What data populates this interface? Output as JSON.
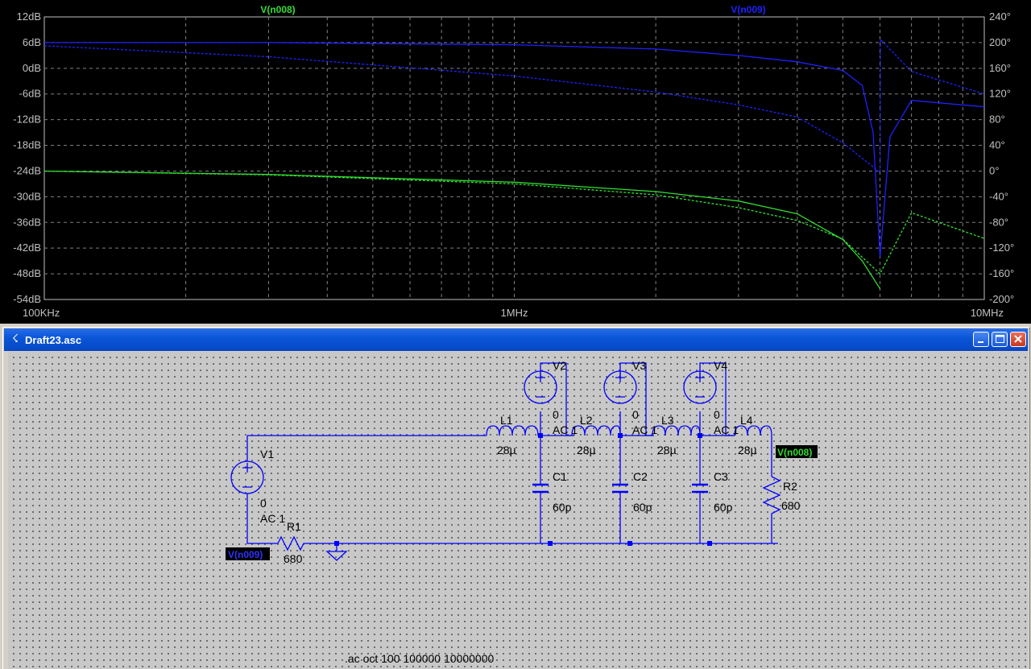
{
  "plot": {
    "left_axis_ticks": [
      "12dB",
      "6dB",
      "0dB",
      "-6dB",
      "-12dB",
      "-18dB",
      "-24dB",
      "-30dB",
      "-36dB",
      "-42dB",
      "-48dB",
      "-54dB"
    ],
    "right_axis_ticks": [
      "240°",
      "200°",
      "160°",
      "120°",
      "80°",
      "40°",
      "0°",
      "-40°",
      "-80°",
      "-120°",
      "-160°",
      "-200°"
    ],
    "x_axis_ticks": [
      "100KHz",
      "1MHz",
      "10MHz"
    ],
    "trace_labels": [
      "V(n008)",
      "V(n009)"
    ],
    "colors": {
      "background": "#000000",
      "grid": "#808080",
      "trace_n008": "#33dd33",
      "trace_n009": "#2020ff"
    }
  },
  "chart_data": {
    "type": "line",
    "x_scale": "log",
    "xlim_hz": [
      100000,
      10000000
    ],
    "ylim_db": [
      -54,
      12
    ],
    "ylim_deg": [
      -200,
      240
    ],
    "grid": true,
    "series": [
      {
        "name": "V(n008)",
        "quantity": "magnitude_db",
        "x": [
          100000,
          300000,
          1000000,
          2000000,
          3000000,
          4000000,
          5000000,
          5500000,
          6000000
        ],
        "y": [
          -24,
          -24.8,
          -26.6,
          -28.8,
          -31,
          -34,
          -40,
          -45,
          -51.5
        ]
      },
      {
        "name": "V(n008)",
        "quantity": "phase_deg",
        "x": [
          100000,
          300000,
          1000000,
          2000000,
          3000000,
          4000000,
          5000000,
          6000000,
          7000000,
          10000000
        ],
        "y": [
          0,
          -6,
          -20,
          -37,
          -57,
          -77,
          -106,
          -160,
          -65,
          -105
        ]
      },
      {
        "name": "V(n009)",
        "quantity": "magnitude_db",
        "x": [
          100000,
          300000,
          1000000,
          2000000,
          3000000,
          4000000,
          5000000,
          5500000,
          5800000,
          6000000,
          6300000,
          7000000,
          10000000
        ],
        "y": [
          6,
          6,
          5.5,
          4.5,
          3,
          1.5,
          -0.5,
          -4,
          -15,
          -44,
          -16,
          -7.5,
          -9
        ]
      },
      {
        "name": "V(n009)",
        "quantity": "phase_deg",
        "x": [
          100000,
          300000,
          1000000,
          2000000,
          3000000,
          4000000,
          5000000,
          6000000,
          6010000,
          7000000,
          10000000
        ],
        "y": [
          195,
          178,
          148,
          123,
          103,
          84,
          44,
          -2,
          205,
          155,
          120
        ]
      }
    ]
  },
  "window": {
    "title": "Draft23.asc"
  },
  "schematic": {
    "components": {
      "V1": {
        "name": "V1",
        "dc": "0",
        "ac": "AC 1"
      },
      "V2": {
        "name": "V2",
        "dc": "0",
        "ac": "AC 1"
      },
      "V3": {
        "name": "V3",
        "dc": "0",
        "ac": "AC 1"
      },
      "V4": {
        "name": "V4",
        "dc": "0",
        "ac": "AC 1"
      },
      "L1": {
        "name": "L1",
        "value": "28µ"
      },
      "L2": {
        "name": "L2",
        "value": "28µ"
      },
      "L3": {
        "name": "L3",
        "value": "28µ"
      },
      "L4": {
        "name": "L4",
        "value": "28µ"
      },
      "C1": {
        "name": "C1",
        "value": "60p"
      },
      "C2": {
        "name": "C2",
        "value": "60p"
      },
      "C3": {
        "name": "C3",
        "value": "60p"
      },
      "R1": {
        "name": "R1",
        "value": "680"
      },
      "R2": {
        "name": "R2",
        "value": "680"
      }
    },
    "net_labels": {
      "n008": "V(n008)",
      "n009": "V(n009)"
    },
    "directive": ".ac oct 100 100000 10000000",
    "colors": {
      "wire": "#0000ff",
      "canvas": "#c8c8c8",
      "label": "#000000"
    }
  }
}
